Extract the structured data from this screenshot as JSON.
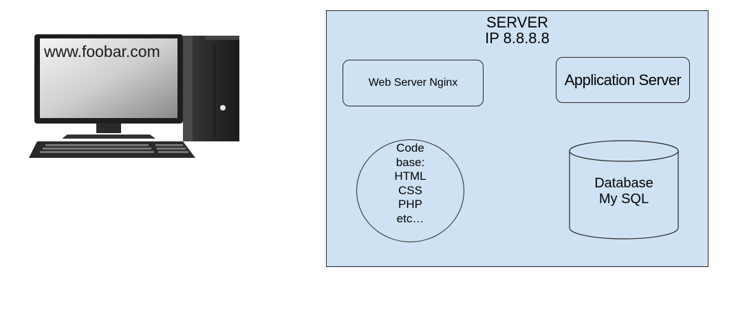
{
  "client": {
    "screen_text": "www.foobar.com",
    "icon": "desktop-computer-icon"
  },
  "server": {
    "title_line1": "SERVER",
    "title_line2": "IP 8.8.8.8",
    "fill_color": "#cfe2f3",
    "web_server_label": "Web Server Nginx",
    "app_server_label": "Application Server",
    "codebase_lines": [
      "Code",
      "base:",
      "HTML",
      "CSS",
      "PHP",
      "etc…"
    ],
    "database_line1": "Database",
    "database_line2": "My SQL"
  }
}
